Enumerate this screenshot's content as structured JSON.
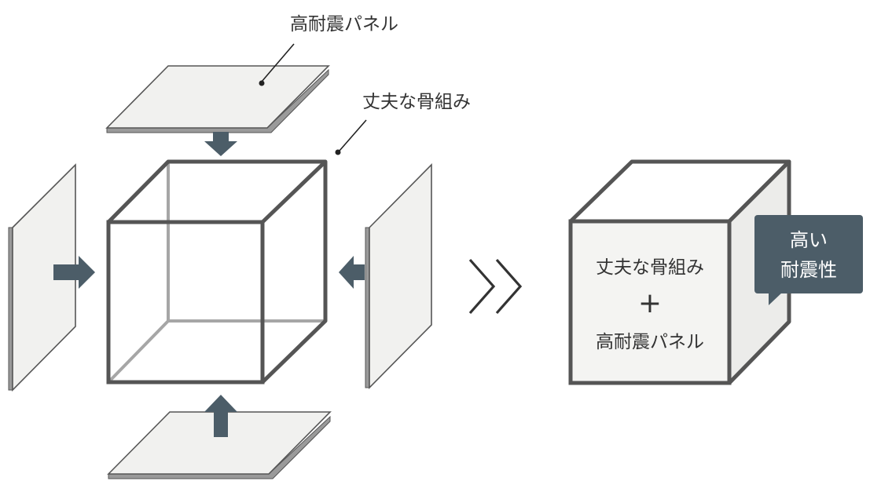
{
  "diagram": {
    "top_callout": "高耐震パネル",
    "frame_callout": "丈夫な骨組み",
    "result_box": {
      "line1": "丈夫な骨組み",
      "plus": "+",
      "line2": "高耐震パネル"
    },
    "bubble": {
      "line1": "高い",
      "line2": "耐震性"
    },
    "separator": "≫",
    "colors": {
      "arrow": "#4c5d68",
      "frame_dark": "#555555",
      "frame_light": "#9e9e9e",
      "panel_fill": "#f1f1ef",
      "bubble": "#4c5d68"
    }
  }
}
